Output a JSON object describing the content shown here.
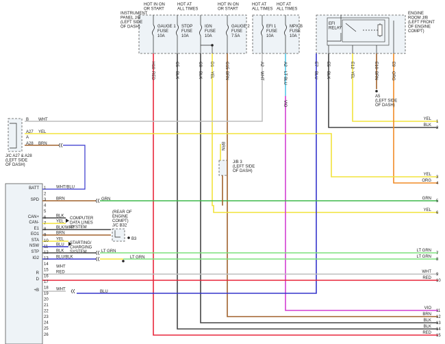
{
  "colors": {
    "RED": "#e8253a",
    "BLK": "#444444",
    "WHT": "#bdbdbd",
    "BRN": "#a0612a",
    "YEL": "#f2e33a",
    "LT BLU": "#55c8e6",
    "VIO": "#d23fd2",
    "BLU": "#3333cc",
    "ORG": "#f08a24",
    "GRN": "#3cb84a",
    "LT GRN": "#7ae07a",
    "BLK/WHT": "#444444",
    "BLU/BLK": "#3333cc",
    "WHT/BLU": "#3333cc"
  },
  "boxes": {
    "instrument_panel": [
      "INSTRUMENT",
      "PANEL J/B",
      "(LEFT SIDE",
      "OF DASH)"
    ],
    "engine_room": [
      "ENGINE",
      "ROOM J/B",
      "(LEFT FRONT",
      "OF ENGINE",
      "COMPT)"
    ],
    "hot_headers": [
      [
        "HOT IN ON",
        "OR START"
      ],
      [
        "HOT AT",
        "ALL TIMES"
      ],
      [
        "HOT IN ON",
        "OR START"
      ],
      [
        "HOT AT",
        "ALL TIMES"
      ],
      [
        "HOT AT",
        "ALL TIMES"
      ]
    ],
    "fuses": [
      [
        "GAUGE 1",
        "FUSE",
        "10A"
      ],
      [
        "STOP",
        "FUSE",
        "10A"
      ],
      [
        "IGN",
        "FUSE",
        "10A"
      ],
      [
        "GAUGE 2",
        "FUSE",
        "7.5A"
      ],
      [
        "EFI 1",
        "FUSE",
        "10A"
      ],
      [
        "MPX-B",
        "FUSE",
        "10A"
      ]
    ],
    "efi_relay": [
      "EFI",
      "RELAY"
    ],
    "a5": [
      "A5",
      "(LEFT SIDE",
      "OF DASH)"
    ],
    "jc_a27": [
      "J/C A27 & A28",
      "(LEFT SIDE",
      "OF DASH)"
    ],
    "jb3": [
      "J/B 3",
      "(LEFT SIDE",
      "OF DASH)"
    ],
    "jcb32": [
      "(REAR OF",
      "ENGINE",
      "COMPT)",
      "J/C B32"
    ],
    "b3": "B3",
    "computer": [
      "COMPUTER",
      "DATA LINES",
      "SYSTEM"
    ],
    "starting": [
      "STARTING/",
      "CHARGING",
      "SYSTEM"
    ]
  },
  "top_pins": [
    "H10",
    "C5",
    "C8",
    "D1",
    "G15",
    "A2",
    "A2",
    "E7",
    "E5",
    "E12",
    "E10",
    "E9"
  ],
  "top_wires": [
    "RED",
    "BLK",
    "BLK",
    "YEL",
    "BRN",
    "WHT",
    "LT BLU",
    "BLU",
    "BLK",
    "YEL",
    "BRN",
    "ORG"
  ],
  "mid_labels": {
    "vio": "VIO",
    "brn_jb3": "BRN",
    "a27_pins": [
      "B",
      "A27",
      "A",
      "A28"
    ]
  },
  "ecm_pins": [
    "BATT",
    "SPD",
    "",
    "CAN+",
    "CAN-",
    "E1",
    "EO1",
    "STA",
    "NSW",
    "STP",
    "IG2",
    "",
    "",
    "R",
    "D",
    "",
    "+B"
  ],
  "ecm_pin_numbers": [
    "1",
    "2",
    "3",
    "4",
    "5",
    "6",
    "7",
    "8",
    "9",
    "10",
    "11",
    "12",
    "13",
    "14",
    "15",
    "16",
    "17",
    "18",
    "19",
    "20",
    "21",
    "22",
    "23",
    "24",
    "25",
    "26"
  ],
  "ecm_wires": [
    "WHT/BLU",
    "BRN",
    "",
    "BLK",
    "YEL",
    "BLK/WHT",
    "BRN",
    "YEL",
    "BLU",
    "BLK",
    "BLU/BLK",
    "",
    "WHT",
    "RED",
    "",
    "WHT"
  ],
  "right_labels": [
    "YEL",
    "BLK",
    "YEL",
    "ORG",
    "GRN",
    "YEL",
    "LT GRN",
    "LT GRN",
    "WHT",
    "RED",
    "VIO",
    "BRN",
    "BLK",
    "BLK",
    "RED"
  ],
  "right_pins": [
    "1",
    "2",
    "3",
    "4",
    "5",
    "6",
    "7",
    "8",
    "9",
    "10",
    "11",
    "12",
    "13",
    "14",
    "15"
  ],
  "misc": {
    "grn": "GRN",
    "ltgrn1": "LT GRN",
    "ltgrn2": "LT GRN",
    "blu": "BLU",
    "wht_a27": "WHT",
    "yel_a27": "YEL",
    "brn_a27": "BRN"
  }
}
